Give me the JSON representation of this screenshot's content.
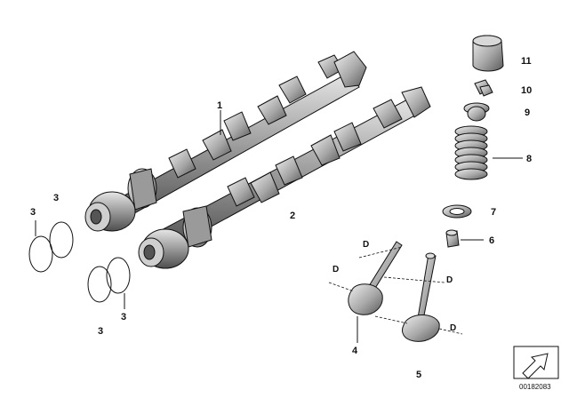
{
  "callouts": {
    "c1": "1",
    "c2": "2",
    "c3a": "3",
    "c3b": "3",
    "c3c": "3",
    "c3d": "3",
    "c4": "4",
    "c5": "5",
    "c6": "6",
    "c7": "7",
    "c8": "8",
    "c9": "9",
    "c10": "10",
    "c11": "11"
  },
  "dimension_labels": {
    "d1": "D",
    "d2": "D",
    "d3": "D",
    "d4": "D"
  },
  "diagram_code": "00182083",
  "colors": {
    "line": "#111111",
    "metal_light": "#d9d9d9",
    "metal_mid": "#a9a9a9",
    "metal_dark": "#6e6e6e"
  }
}
